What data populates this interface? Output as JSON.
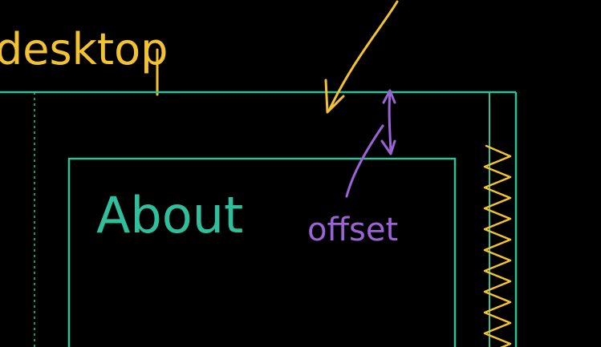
{
  "labels": {
    "desktop": "desktop",
    "about": "About",
    "offset": "offset"
  },
  "colors": {
    "background": "#000000",
    "yellow": "#f2c230",
    "teal": "#2fbf9a",
    "purple": "#9a63d6"
  }
}
